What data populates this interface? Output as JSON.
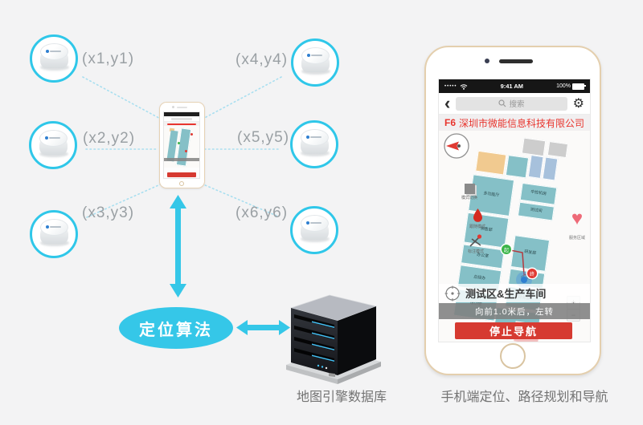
{
  "scene": {
    "beacons": [
      {
        "label": "(x1,y1)"
      },
      {
        "label": "(x2,y2)"
      },
      {
        "label": "(x3,y3)"
      },
      {
        "label": "(x4,y4)"
      },
      {
        "label": "(x5,y5)"
      },
      {
        "label": "(x6,y6)"
      }
    ],
    "algorithm_label": "定位算法",
    "server_caption": "地图引擎数据库",
    "phone_caption": "手机端定位、路径规划和导航"
  },
  "phone": {
    "status_bar": {
      "signal": "•••••",
      "time": "9:41 AM",
      "battery": "100%"
    },
    "nav_bar": {
      "back_icon": "‹",
      "search_placeholder": "搜索",
      "settings_icon": "⚙"
    },
    "title_bar": {
      "floor": "F6",
      "company": "深圳市微能信息科技有限公司"
    },
    "map": {
      "rooms": [
        {
          "label": "多功能厅"
        },
        {
          "label": "销售部"
        },
        {
          "label": "办公室"
        },
        {
          "label": "总经办"
        },
        {
          "label": "培训室"
        },
        {
          "label": "中控机房"
        },
        {
          "label": "测试间"
        },
        {
          "label": "研发部"
        },
        {
          "label": "会议室"
        },
        {
          "label": "财务部"
        }
      ],
      "start_marker": "起",
      "end_marker": "终",
      "side_tools": [
        {
          "label": "模式切换"
        },
        {
          "label": "跟随模式"
        },
        {
          "label": "标注模式"
        }
      ],
      "favorite_icon": "♥",
      "favorite_label": "服务区域",
      "zoom_in": "+",
      "zoom_out": "−"
    },
    "footer": {
      "destination": "测试区&生产车间",
      "instruction": "向前1.0米后，左转",
      "stop_button": "停止导航"
    }
  },
  "colors": {
    "accent_cyan": "#35c7e8",
    "dashed_cyan": "#a9dff0",
    "title_red": "#e8352e",
    "button_red": "#d63a31",
    "room_teal": "#85c0c7",
    "frame_gold": "#e4cfae"
  }
}
